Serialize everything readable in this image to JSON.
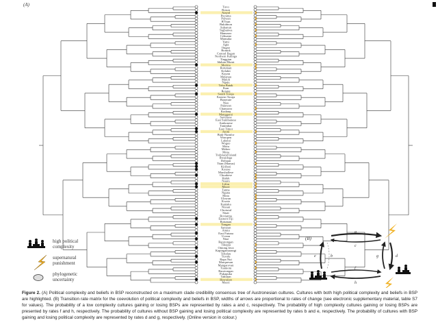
{
  "panel_a_label": "(A)",
  "panel_b_label": "(B)",
  "cultures": [
    "Tuvo",
    "Rosun",
    "Atayal",
    "Puyuma",
    "Paiwan",
    "B'Tsun",
    "Bukidnon",
    "Subanun",
    "Tagbanwa",
    "Hanunoo",
    "Cebuano",
    "Mansaka",
    "Yami",
    "Agta",
    "Ifugao",
    "Bontok",
    "Central Ilagan",
    "Northern Kalinga",
    "Tinggian",
    "Idahan Murut",
    "Merina",
    "Rotuman",
    "Kelabit",
    "Kayan",
    "Melanau",
    "Maloh",
    "Ngaju",
    "Toba Batak",
    "Iban",
    "Rejang",
    "South Toraja",
    "Eastern Toraja",
    "Bonerate",
    "Nias",
    "Palawan",
    "Chamorro",
    "Kodang",
    "Manggarai",
    "Savunese",
    "East Sumbanese",
    "Ambonese",
    "Tanimbar",
    "East Timor",
    "Atoni",
    "Biak-Numfor",
    "Waropen",
    "Lakalai",
    "Wogeo",
    "Motu",
    "Mekeo",
    "Mota",
    "Trobriand Island",
    "Bwaidoga",
    "Dobuan",
    "Titan (Manus)",
    "Kiribati",
    "Kosrae",
    "Marshallese",
    "Chuukese",
    "Haluk",
    "Nauru",
    "Lifou",
    "Maori",
    "Tanna",
    "Nguna",
    "Mota",
    "Ulawan",
    "Kwaio",
    "Kaniaka",
    "Nissan",
    "Choiseul",
    "Siuai",
    "Rovianna",
    "Eastern Fiji",
    "Rotuman",
    "Tongan",
    "Samoan",
    "Anuta",
    "East Futuna",
    "Uvean",
    "Niue",
    "Rarotongan",
    "Tikopia",
    "Ontong Java",
    "Kapingamarangi",
    "Tokelau",
    "Tuvalu",
    "Rapa Nui",
    "Marquesan",
    "Mangarevan",
    "Tuamotu",
    "Rarotongan",
    "Pukapuka",
    "Tahitian",
    "Hawaiian",
    "Maori"
  ],
  "highlighted": [
    2,
    20,
    27,
    30,
    37,
    43,
    61,
    62,
    75,
    94
  ],
  "high_complexity": [
    2,
    20,
    27,
    30,
    37,
    42,
    43,
    54,
    55,
    56,
    58,
    61,
    62,
    73,
    75,
    78,
    80,
    83,
    86,
    88,
    94
  ],
  "bsp": [
    2,
    4,
    6,
    8,
    10,
    13,
    20,
    21,
    27,
    30,
    35,
    37,
    43,
    47,
    50,
    54,
    58,
    59,
    61,
    62,
    65,
    66,
    68,
    70,
    73,
    75,
    82,
    84,
    88,
    90,
    94
  ],
  "legend": {
    "high_complexity": [
      "high political",
      "complexity"
    ],
    "supernatural_punishment": [
      "supernatural",
      "punishment"
    ],
    "phylogenetic_uncertainty": [
      "phylogenetic",
      "uncertainty"
    ]
  },
  "rates": {
    "a": "a",
    "b": "b",
    "c": "c",
    "d": "d",
    "e": "e",
    "f": "f",
    "g": "g",
    "h": "h"
  },
  "colors": {
    "bsp": "#e0a020",
    "highlight": "#fbf0b0",
    "lightning": "#f0b020",
    "line": "#333333"
  },
  "caption": {
    "label": "Figure 2.",
    "text": " (A) Political complexity and beliefs in BSP reconstructed on a maximum clade credibility consensus tree of Austronesian cultures. Cultures with both high political complexity and beliefs in BSP are highlighted. (B) Transition rate matrix for the coevolution of political complexity and beliefs in BSP, widths of arrows are proportional to rates of change (see electronic supplementary material, table S7 for values). The probability of a low complexity cultures gaining or losing BSPs are represented by rates a and c, respectively. The probability of high complexity cultures gaining or losing BSPs are presented by rates f and h, respectively. The probability of cultures without BSP gaining and losing political complexity are represented by rates b and e, respectively. The probability of cultures with BSP gaining and losing political complexity are represented by rates d and g, respectively. (Online version in colour.)"
  }
}
